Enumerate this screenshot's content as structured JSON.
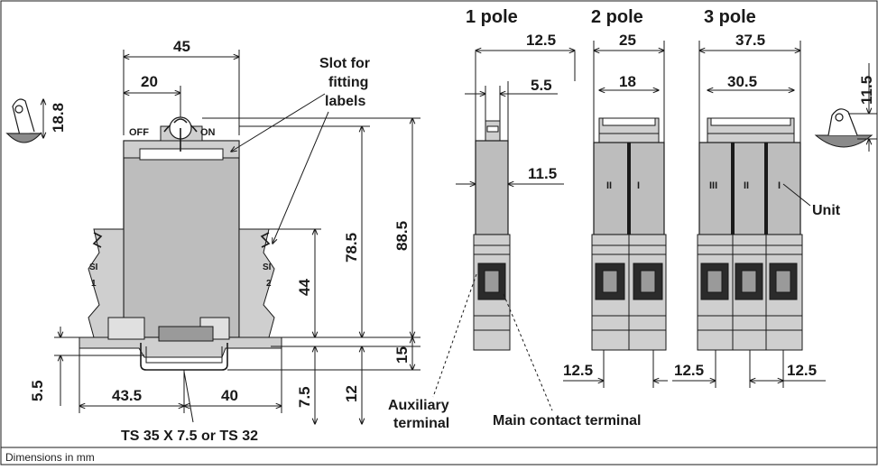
{
  "headers": {
    "pole1": "1 pole",
    "pole2": "2 pole",
    "pole3": "3 pole"
  },
  "dimensions": {
    "d45": "45",
    "d20": "20",
    "d18_8": "18.8",
    "d78_5": "78.5",
    "d88_5": "88.5",
    "d44": "44",
    "d15": "15",
    "d12": "12",
    "d7_5": "7.5",
    "d5_5_left": "5.5",
    "d43_5": "43.5",
    "d40": "40",
    "p1_12_5": "12.5",
    "p1_5_5": "5.5",
    "p1_11_5": "11.5",
    "p2_25": "25",
    "p2_18": "18",
    "p3_37_5": "37.5",
    "p3_30_5": "30.5",
    "knob_11_5": "11.5",
    "bot_12_5_a": "12.5",
    "bot_12_5_b": "12.5",
    "bot_12_5_c": "12.5"
  },
  "labels": {
    "off": "OFF",
    "on": "ON",
    "slot_line1": "Slot for",
    "slot_line2": "fitting",
    "slot_line3": "labels",
    "si_left": "SI",
    "si_left_num": "1",
    "si_right": "SI",
    "si_right_num": "2",
    "unit": "Unit",
    "aux_line1": "Auxiliary",
    "aux_line2": "terminal",
    "main_contact": "Main contact terminal",
    "rail": "TS 35 X 7.5 or TS 32",
    "roman_p2_a": "II",
    "roman_p2_b": "I",
    "roman_p3_a": "III",
    "roman_p3_b": "II",
    "roman_p3_c": "I"
  },
  "footer": "Dimensions in mm"
}
